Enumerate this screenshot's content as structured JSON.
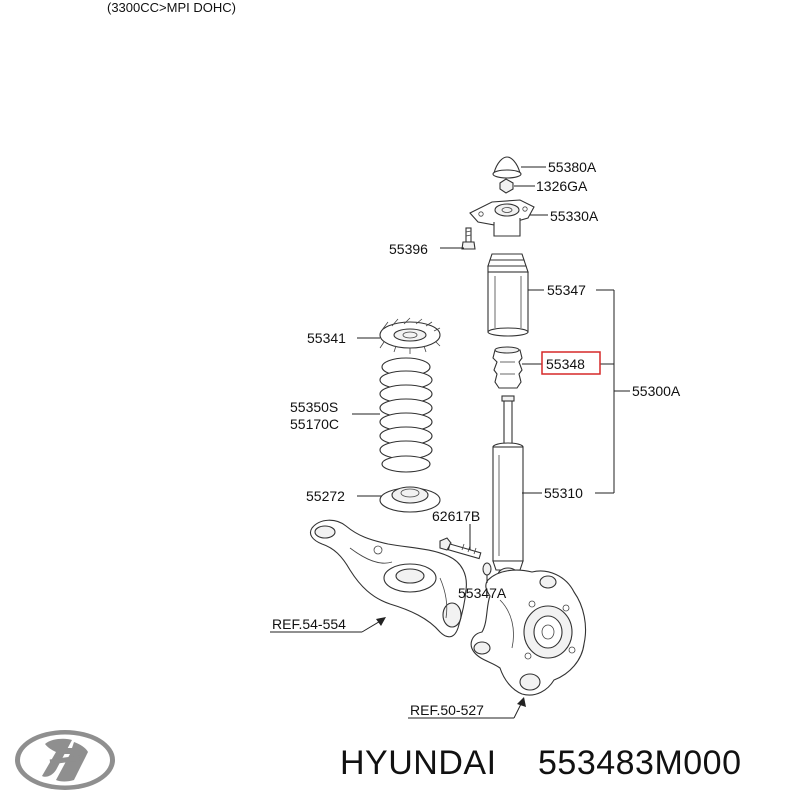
{
  "header": {
    "engine_note": "(3300CC>MPI DOHC)"
  },
  "parts": {
    "p55380A": "55380A",
    "p1326GA": "1326GA",
    "p55330A": "55330A",
    "p55396": "55396",
    "p55347": "55347",
    "p55348": "55348",
    "p55300A": "55300A",
    "p55341": "55341",
    "p55350S": "55350S",
    "p55170C": "55170C",
    "p55310": "55310",
    "p55272": "55272",
    "p62617B": "62617B",
    "p55347A": "55347A",
    "ref_54_554": "REF.54-554",
    "ref_50_527": "REF.50-527"
  },
  "highlight": {
    "color": "#d62828"
  },
  "footer": {
    "brand_name": "HYUNDAI",
    "part_number": "553483M000"
  },
  "logo": {
    "icon": "hyundai-logo-icon"
  }
}
